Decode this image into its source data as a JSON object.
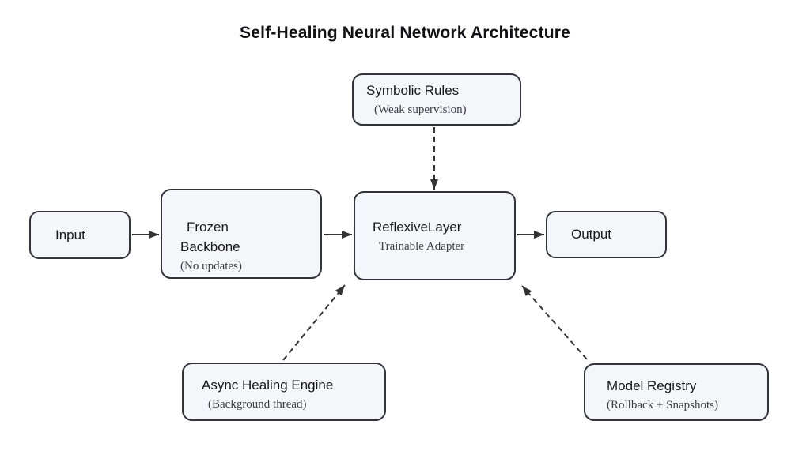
{
  "title": "Self-Healing Neural Network Architecture",
  "nodes": {
    "input": {
      "label": "Input"
    },
    "frozen_backbone": {
      "label_line1": "Frozen",
      "label_line2": "Backbone",
      "sublabel": "(No updates)"
    },
    "reflexive_layer": {
      "label": "ReflexiveLayer",
      "sublabel": "Trainable Adapter"
    },
    "output": {
      "label": "Output"
    },
    "symbolic_rules": {
      "label": "Symbolic Rules",
      "sublabel": "(Weak supervision)"
    },
    "async_healing_engine": {
      "label": "Async Healing Engine",
      "sublabel": "(Background thread)"
    },
    "model_registry": {
      "label": "Model Registry",
      "sublabel": "(Rollback + Snapshots)"
    }
  },
  "edges": [
    {
      "from": "input",
      "to": "frozen_backbone",
      "line": "solid"
    },
    {
      "from": "frozen_backbone",
      "to": "reflexive_layer",
      "line": "solid"
    },
    {
      "from": "reflexive_layer",
      "to": "output",
      "line": "solid"
    },
    {
      "from": "symbolic_rules",
      "to": "reflexive_layer",
      "line": "dashed"
    },
    {
      "from": "async_healing_engine",
      "to": "reflexive_layer",
      "line": "dashed"
    },
    {
      "from": "model_registry",
      "to": "reflexive_layer",
      "line": "dashed"
    }
  ],
  "colors": {
    "background": "#ffffff",
    "node_fill": "#f5f6fa",
    "node_border": "#33333b",
    "arrow": "#333333",
    "label_text": "#17171c",
    "sublabel_text": "#3c3c44"
  }
}
